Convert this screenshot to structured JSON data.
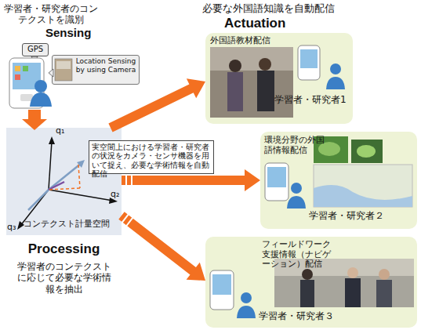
{
  "diagram": {
    "nodes": [
      {
        "text": [
          "GPS"
        ]
      },
      {
        "text": [
          "Location Sensing by using Camera"
        ]
      },
      {
        "text": [
          "外国語教材配信",
          "学習者・研究者1"
        ]
      },
      {
        "text": [
          "コンテクスト計量空間",
          "Processing",
          "学習者のコンテクストに応じて必要な学術情報を抽出"
        ]
      },
      {
        "text": [
          "実空間上における学習者・研究者の状況をカメラ・センサ機器を用いて捉え、必要な学術情報を自動配信"
        ]
      },
      {
        "text": [
          "環境分野の外国語情報配信",
          "学習者・研究者２"
        ]
      },
      {
        "text": [
          "フィールドワーク支援情報（ナビゲーション）配信",
          "学習者・研究者３"
        ]
      }
    ],
    "edges": [
      {
        "from": 3,
        "to": 2,
        "arrow": "to"
      },
      {
        "from": 3,
        "to": 5,
        "arrow": "to"
      },
      {
        "from": 3,
        "to": 6,
        "arrow": "to"
      }
    ],
    "labels": [
      "学習者・研究者のコンテクストを識別",
      "Sensing",
      "必要な外国語知識を自動配信",
      "Actuation",
      "q₁",
      "q₂",
      "q₃"
    ]
  }
}
